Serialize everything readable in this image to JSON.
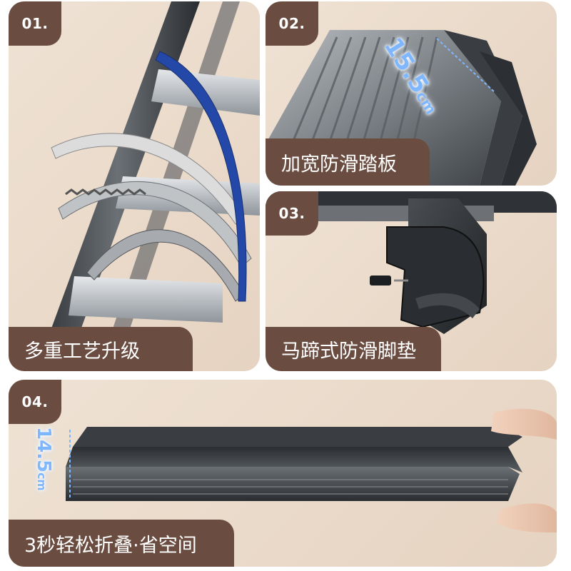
{
  "panels": [
    {
      "number": "01.",
      "caption": "多重工艺升级"
    },
    {
      "number": "02.",
      "caption": "加宽防滑踏板",
      "dimension": {
        "value": "15.5",
        "unit": "cm"
      }
    },
    {
      "number": "03.",
      "caption": "马蹄式防滑脚垫"
    },
    {
      "number": "04.",
      "caption": "3秒轻松折叠·省空间",
      "dimension": {
        "value": "14.5",
        "unit": "cm"
      }
    }
  ],
  "colors": {
    "label_bg": "#6a4d40",
    "panel_bg": "#ebdac9",
    "dimension_text": "#7fb7ff",
    "metal_dark": "#3f4347",
    "metal_light": "#c9cdd1"
  }
}
